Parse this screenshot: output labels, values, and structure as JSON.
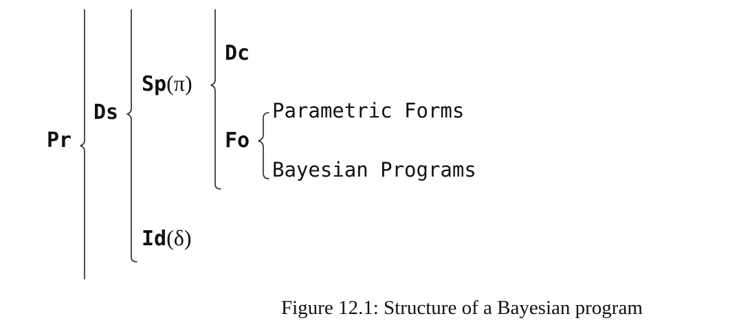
{
  "nodes": {
    "pr": "Pr",
    "ds": "Ds",
    "sp": "Sp",
    "sp_arg": "(π)",
    "dc": "Dc",
    "fo": "Fo",
    "parametric_forms": "Parametric Forms",
    "bayesian_programs": "Bayesian Programs",
    "id": "Id",
    "id_arg": "(δ)"
  },
  "caption": "Figure 12.1: Structure of a Bayesian program"
}
